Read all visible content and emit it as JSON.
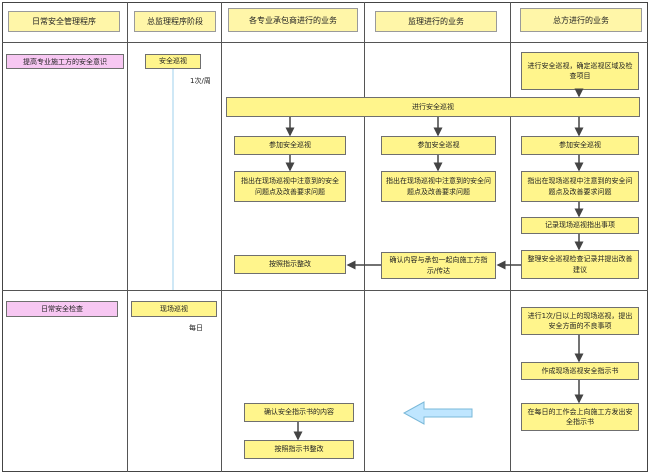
{
  "headers": [
    "日常安全管理程序",
    "总监理程序阶段",
    "各专业承包商进行的业务",
    "监理进行的业务",
    "总方进行的业务"
  ],
  "section1": {
    "label": "提高专业施工方的安全意识",
    "supervisor_box": "安全巡视",
    "supervisor_note": "1次/周",
    "owner_plan": "进行安全巡视，确定巡视区域及检查项目",
    "merged_bar": "进行安全巡视",
    "participate_c": "参加安全巡视",
    "participate_s": "参加安全巡视",
    "participate_o": "参加安全巡视",
    "point_c": "指出在现场巡视中注意到的安全问题点及改善要求问题",
    "point_s": "指出在现场巡视中注意到的安全问题点及改善要求问题",
    "point_o": "指出在现场巡视中注意到的安全问题点及改善要求问题",
    "record_o": "记录现场巡视指出事项",
    "report_o": "整理安全巡视检查记录并提出改善建议",
    "confirm_s": "确认内容与承包一起向施工方指示/传达",
    "correct_c": "按照指示整改"
  },
  "section2": {
    "label": "日常安全检查",
    "supervisor_box": "现场巡视",
    "supervisor_note": "每日",
    "owner_step1": "进行1次/日以上的现场巡视，提出安全方面的不良事项",
    "owner_step2": "作成现场巡视安全指示书",
    "owner_step3": "在每日的工作会上向施工方发出安全指示书",
    "confirm_c": "确认安全指示书的内容",
    "correct_c": "按照指示书整改"
  },
  "colors": {
    "box_fill": "#fff58c",
    "header_fill": "#fff6a8",
    "pink_fill": "#f7c7f2",
    "arrow_fill": "#bfe6ff",
    "line": "#555555"
  }
}
